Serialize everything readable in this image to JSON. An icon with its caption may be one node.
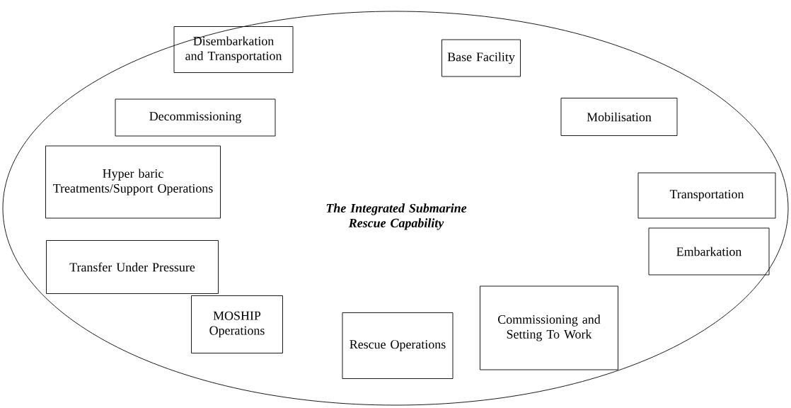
{
  "diagram": {
    "nodes": [
      {
        "text": [
          "The Integrated Submarine Rescue Capability"
        ]
      },
      {
        "text": [
          "Disembarkation and Transportation"
        ],
        "in": 0
      },
      {
        "text": [
          "Base Facility"
        ],
        "in": 0
      },
      {
        "text": [
          "Decommissioning"
        ],
        "in": 0
      },
      {
        "text": [
          "Mobilisation"
        ],
        "in": 0
      },
      {
        "text": [
          "Hyper baric Treatments/Support Operations"
        ],
        "in": 0
      },
      {
        "text": [
          "Transportation"
        ],
        "in": 0
      },
      {
        "text": [
          "Transfer Under Pressure"
        ],
        "in": 0
      },
      {
        "text": [
          "Embarkation"
        ],
        "in": 0
      },
      {
        "text": [
          "Commissioning and Setting To Work"
        ],
        "in": 0
      },
      {
        "text": [
          "MOSHIP Operations"
        ],
        "in": 0
      },
      {
        "text": [
          "Rescue Operations"
        ],
        "in": 0
      }
    ]
  }
}
